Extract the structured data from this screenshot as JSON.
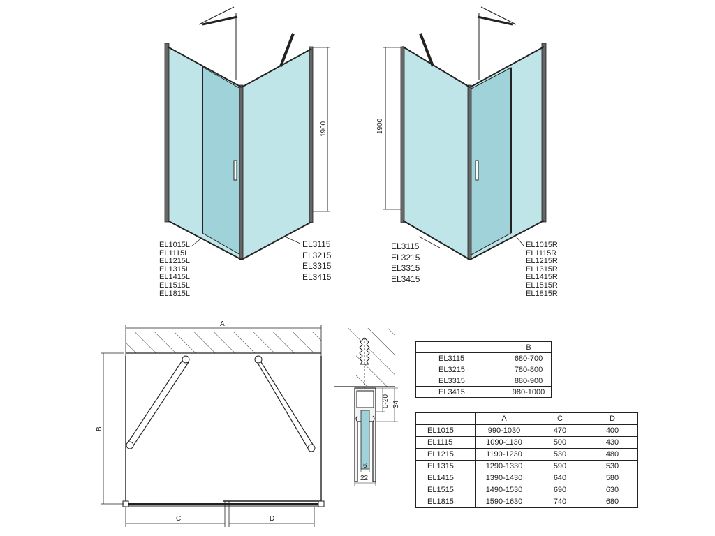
{
  "labels": {
    "left_series": [
      "EL1015L",
      "EL1115L",
      "EL1215L",
      "EL1315L",
      "EL1415L",
      "EL1515L",
      "EL1815L"
    ],
    "side_series": [
      "EL3115",
      "EL3215",
      "EL3315",
      "EL3415"
    ],
    "right_series": [
      "EL1015R",
      "EL1115R",
      "EL1215R",
      "EL1315R",
      "EL1415R",
      "EL1515R",
      "EL1815R"
    ]
  },
  "dimensions": {
    "height": "1900",
    "width_a": "A",
    "depth_b": "B",
    "part_c": "C",
    "part_d": "D",
    "profile_range": "0-20",
    "profile_height": "34",
    "glass": "6",
    "profile_width": "22"
  },
  "table_b": {
    "headers": [
      "",
      "B"
    ],
    "rows": [
      [
        "EL3115",
        "680-700"
      ],
      [
        "EL3215",
        "780-800"
      ],
      [
        "EL3315",
        "880-900"
      ],
      [
        "EL3415",
        "980-1000"
      ]
    ]
  },
  "table_acd": {
    "headers": [
      "",
      "A",
      "C",
      "D"
    ],
    "rows": [
      [
        "EL1015",
        "990-1030",
        "470",
        "400"
      ],
      [
        "EL1115",
        "1090-1130",
        "500",
        "430"
      ],
      [
        "EL1215",
        "1190-1230",
        "530",
        "480"
      ],
      [
        "EL1315",
        "1290-1330",
        "590",
        "530"
      ],
      [
        "EL1415",
        "1390-1430",
        "640",
        "580"
      ],
      [
        "EL1515",
        "1490-1530",
        "690",
        "630"
      ],
      [
        "EL1815",
        "1590-1630",
        "740",
        "680"
      ]
    ]
  }
}
